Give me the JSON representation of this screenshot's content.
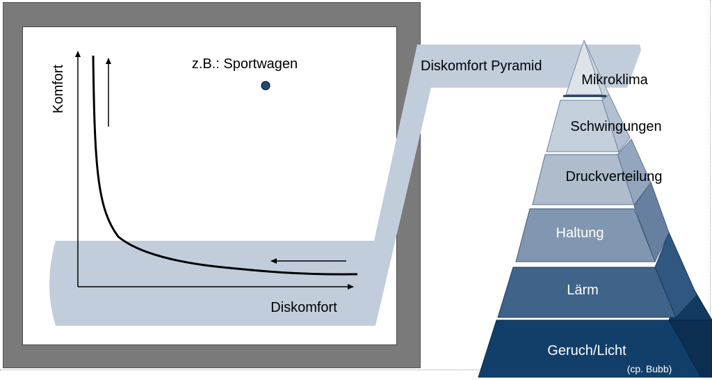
{
  "graph": {
    "y_axis_label": "Komfort",
    "x_axis_label": "Diskomfort",
    "point_label": "z.B.: Sportwagen"
  },
  "callout": {
    "title": "Diskomfort Pyramid"
  },
  "pyramid": {
    "levels": [
      {
        "label": "Mikroklima",
        "color": "#dde3ea"
      },
      {
        "label": "Schwingungen",
        "color": "#c4cfdc"
      },
      {
        "label": "Druckverteilung",
        "color": "#aebccc"
      },
      {
        "label": "Haltung",
        "color": "#8196b0"
      },
      {
        "label": "Lärm",
        "color": "#3f6389"
      },
      {
        "label": "Geruch/Licht",
        "color": "#123f6a"
      }
    ],
    "source": "(cp. Bubb)"
  },
  "colors": {
    "band": "#c2cddb",
    "point": "#1f4b73",
    "frame": "#7a7a7a"
  }
}
